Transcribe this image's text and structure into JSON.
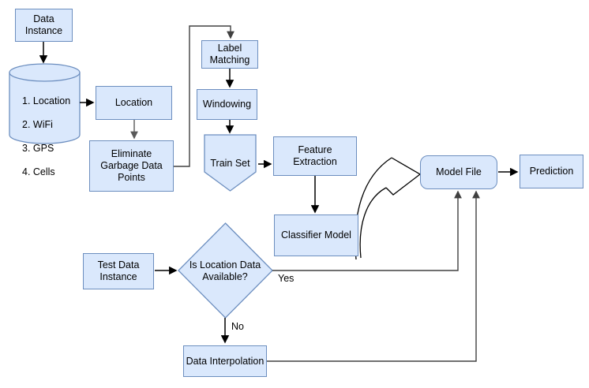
{
  "diagram": {
    "nodes": {
      "data_instance": "Data\nInstance",
      "database_items": [
        "1. Location",
        "2. WiFi",
        "3. GPS",
        "4. Cells"
      ],
      "location": "Location",
      "eliminate": "Eliminate\nGarbage Data\nPoints",
      "label_matching": "Label\nMatching",
      "windowing": "Windowing",
      "train_set": "Train Set",
      "feature_extraction": "Feature\nExtraction",
      "classifier_model": "Classifier Model",
      "model_file": "Model File",
      "prediction": "Prediction",
      "test_data_instance": "Test Data\nInstance",
      "decision": "Is Location Data\nAvailable?",
      "data_interpolation": "Data Interpolation"
    },
    "edge_labels": {
      "yes": "Yes",
      "no": "No"
    },
    "edges": [
      {
        "from": "Data Instance",
        "to": "Database",
        "label": ""
      },
      {
        "from": "Database",
        "to": "Location",
        "label": ""
      },
      {
        "from": "Location",
        "to": "Eliminate Garbage Data Points",
        "label": ""
      },
      {
        "from": "Eliminate Garbage Data Points",
        "to": "Label Matching",
        "label": ""
      },
      {
        "from": "Label Matching",
        "to": "Windowing",
        "label": ""
      },
      {
        "from": "Windowing",
        "to": "Train Set",
        "label": ""
      },
      {
        "from": "Train Set",
        "to": "Feature Extraction",
        "label": ""
      },
      {
        "from": "Feature Extraction",
        "to": "Classifier Model",
        "label": ""
      },
      {
        "from": "Classifier Model",
        "to": "Model File",
        "label": ""
      },
      {
        "from": "Model File",
        "to": "Prediction",
        "label": ""
      },
      {
        "from": "Test Data Instance",
        "to": "Is Location Data Available?",
        "label": ""
      },
      {
        "from": "Is Location Data Available?",
        "to": "Model File",
        "label": "Yes"
      },
      {
        "from": "Is Location Data Available?",
        "to": "Data Interpolation",
        "label": "No"
      },
      {
        "from": "Data Interpolation",
        "to": "Model File",
        "label": ""
      }
    ],
    "colors": {
      "node_fill": "#dae8fc",
      "node_stroke": "#6c8ebf",
      "connector_black": "#000000",
      "connector_gray": "#595959",
      "connector_routed": "#404040",
      "background": "#ffffff"
    }
  }
}
